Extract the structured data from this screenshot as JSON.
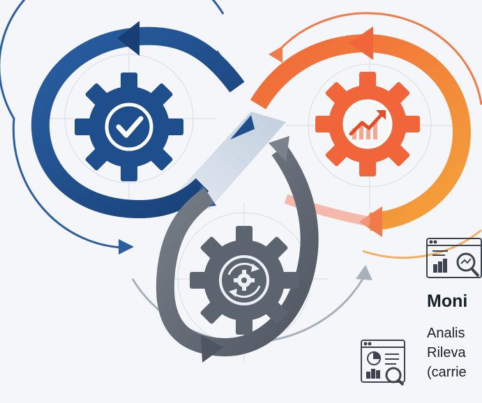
{
  "monitor_panel": {
    "title": "Moni",
    "lines": [
      "Analis",
      "Rileva",
      "(carrie"
    ]
  },
  "colors": {
    "blue": "#1f4e8c",
    "blue_dark": "#173f75",
    "orange": "#f0663a",
    "amber": "#f4a43a",
    "gray": "#5c6470",
    "gray_light": "#9aa3ad",
    "background": "#f4f6f9"
  },
  "icons": {
    "top_left_gear": "checkmark-gear-icon",
    "top_right_gear": "growth-chart-gear-icon",
    "bottom_gear": "cycle-gear-icon",
    "panel_icon_1": "dashboard-magnifier-icon",
    "panel_icon_2": "report-magnifier-icon"
  }
}
